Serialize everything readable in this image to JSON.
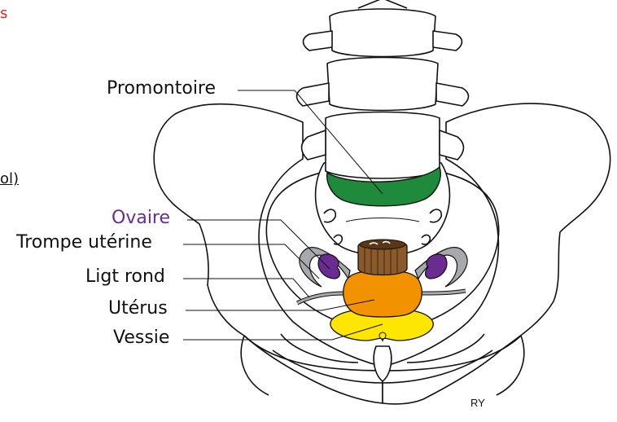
{
  "clipped_text": {
    "top_left": "s",
    "mid_left": "ol)"
  },
  "labels": {
    "promontoire": "Promontoire",
    "ovaire": "Ovaire",
    "trompe": "Trompe utérine",
    "ligt_rond": "Ligt rond",
    "uterus": "Utérus",
    "vessie": "Vessie"
  },
  "signature": "RY",
  "colors": {
    "promontory": "#1f8a3b",
    "ovary": "#6a2c91",
    "uterus": "#f39200",
    "bladder": "#ffe600",
    "cervix": "#8b5a2b",
    "tube": "#a7a9ac",
    "red_text": "#e2231a",
    "ovaire_text": "#6a2c91"
  }
}
